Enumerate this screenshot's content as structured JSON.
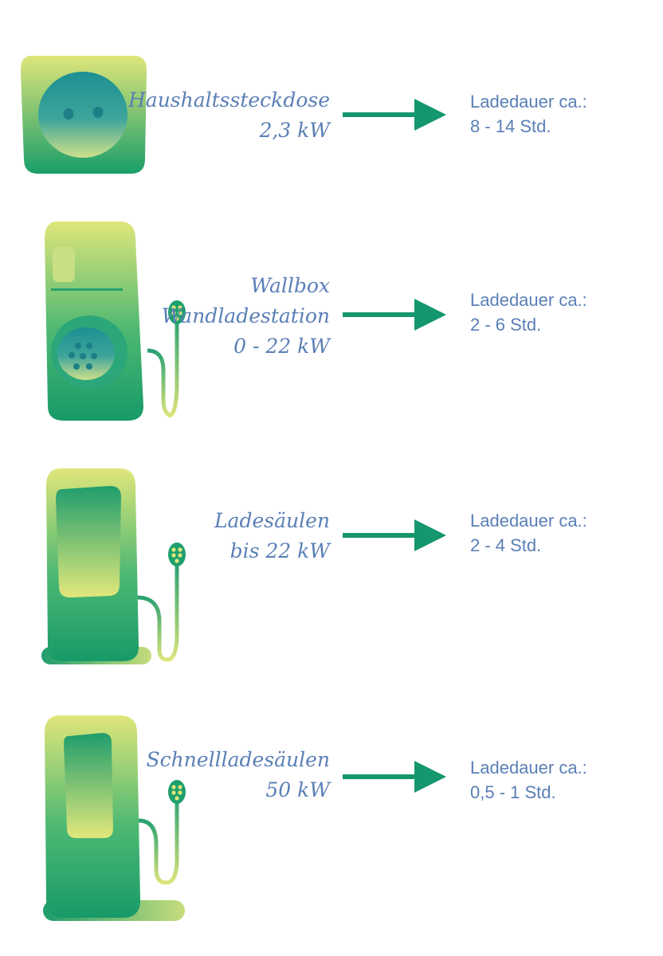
{
  "rows": [
    {
      "icon": "household-socket-icon",
      "label_lines": [
        "Haushaltssteckdose",
        "2,3 kW"
      ],
      "duration_heading": "Ladedauer ca.:",
      "duration_value": "8 - 14 Std."
    },
    {
      "icon": "wallbox-icon",
      "label_lines": [
        "Wallbox",
        "Wandladestation",
        "0 - 22 kW"
      ],
      "duration_heading": "Ladedauer ca.:",
      "duration_value": "2 - 6 Std."
    },
    {
      "icon": "charging-station-icon",
      "label_lines": [
        "Ladesäulen",
        "bis 22 kW"
      ],
      "duration_heading": "Ladedauer ca.:",
      "duration_value": "2 - 4 Std."
    },
    {
      "icon": "fast-charging-station-icon",
      "label_lines": [
        "Schnellladesäulen",
        "50 kW"
      ],
      "duration_heading": "Ladedauer ca.:",
      "duration_value": "0,5 - 1 Std."
    }
  ],
  "colors": {
    "text": "#5a7fb6",
    "arrow": "#16966e",
    "gradient_light": "#dfe67a",
    "gradient_dark": "#1a9e6a",
    "socket_teal": "#2a8f92"
  }
}
